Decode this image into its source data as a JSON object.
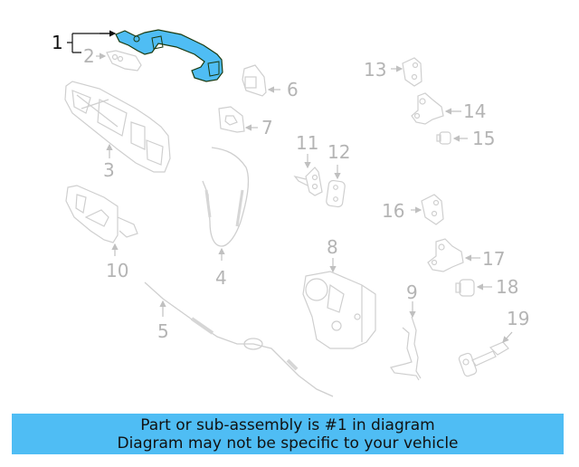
{
  "diagram": {
    "highlighted_part": "1",
    "highlight_color": "#4fbdf4",
    "line_color": "#c8c8c8",
    "callouts": [
      {
        "id": "1",
        "label": "1"
      },
      {
        "id": "2",
        "label": "2"
      },
      {
        "id": "3",
        "label": "3"
      },
      {
        "id": "4",
        "label": "4"
      },
      {
        "id": "5",
        "label": "5"
      },
      {
        "id": "6",
        "label": "6"
      },
      {
        "id": "7",
        "label": "7"
      },
      {
        "id": "8",
        "label": "8"
      },
      {
        "id": "9",
        "label": "9"
      },
      {
        "id": "10",
        "label": "10"
      },
      {
        "id": "11",
        "label": "11"
      },
      {
        "id": "12",
        "label": "12"
      },
      {
        "id": "13",
        "label": "13"
      },
      {
        "id": "14",
        "label": "14"
      },
      {
        "id": "15",
        "label": "15"
      },
      {
        "id": "16",
        "label": "16"
      },
      {
        "id": "17",
        "label": "17"
      },
      {
        "id": "18",
        "label": "18"
      },
      {
        "id": "19",
        "label": "19"
      }
    ]
  },
  "banner": {
    "line1": "Part or sub-assembly is #1 in diagram",
    "line2": "Diagram may not be specific to your vehicle",
    "background": "#4fbdf4"
  }
}
